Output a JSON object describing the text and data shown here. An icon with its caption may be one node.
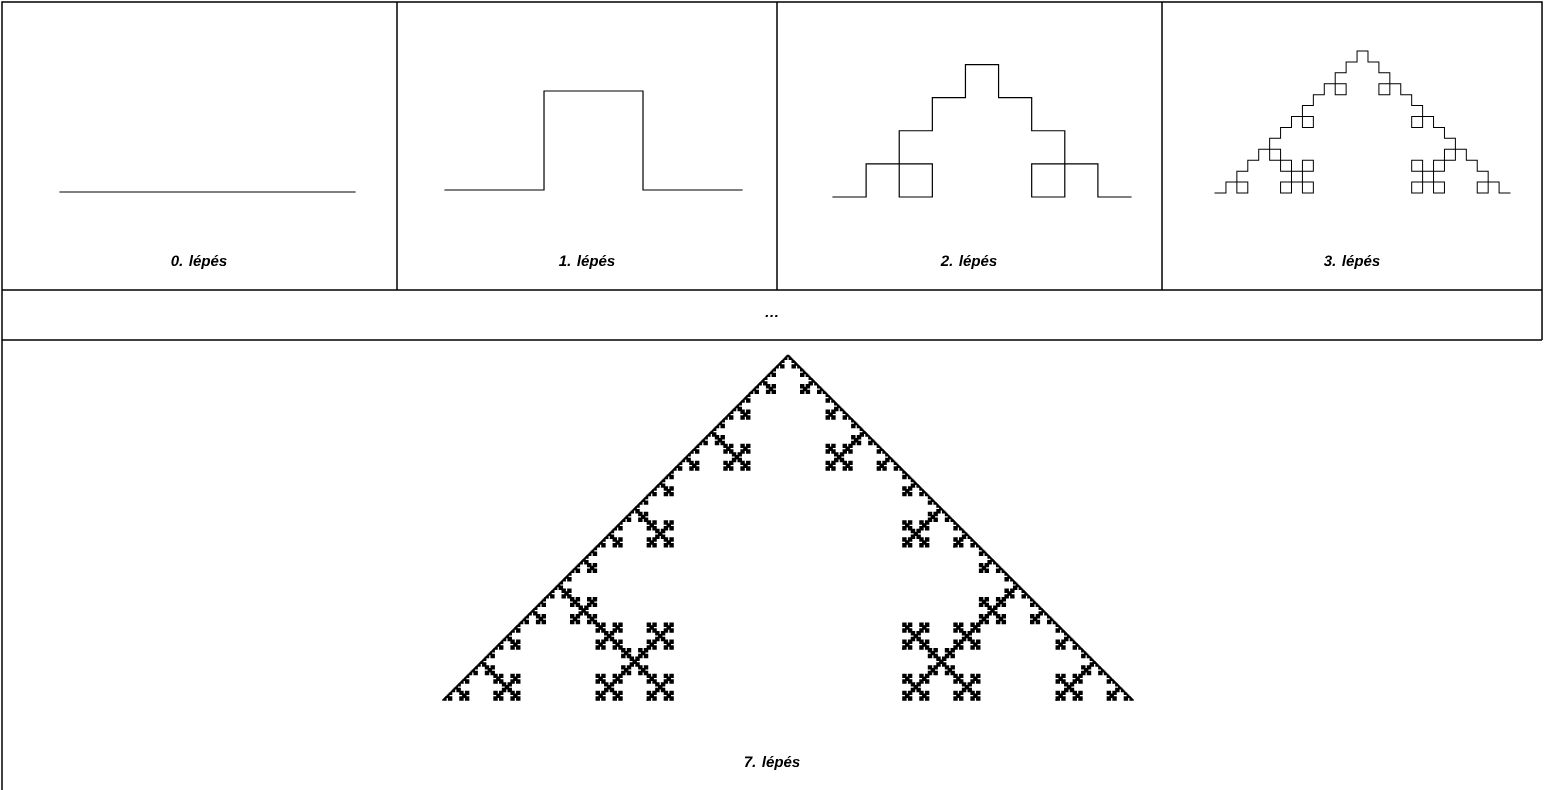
{
  "diagram": {
    "labels": [
      "0. lépés",
      "1. lépés",
      "2. lépés",
      "3. lépés",
      "…",
      "7. lépés"
    ]
  }
}
